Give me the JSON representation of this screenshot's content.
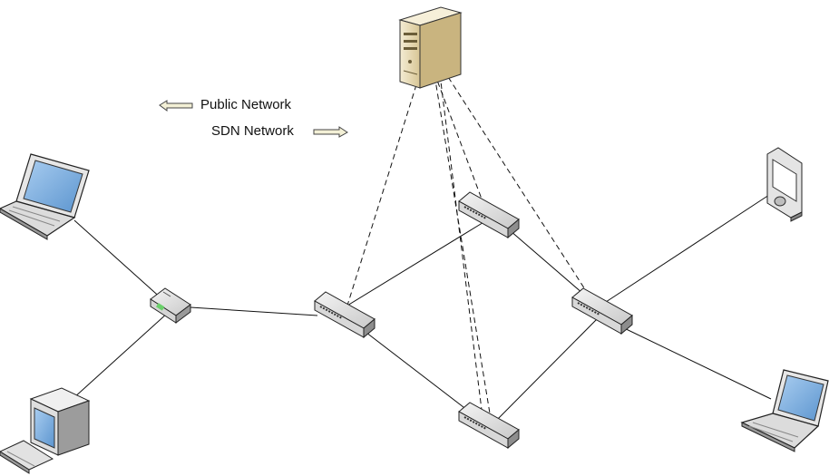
{
  "legend": {
    "public_label": "Public Network",
    "sdn_label": "SDN Network"
  },
  "colors": {
    "background": "#ffffff",
    "link_line": "#111111",
    "device_light": "#eeeeee",
    "device_mid": "#c8c8c8",
    "device_dark": "#8a8a8a",
    "server_body": "#e8dcb8",
    "server_top": "#f6efd9",
    "server_side": "#b9a574",
    "screen_blue": "#7fb0e0",
    "router_led": "#6ad06a",
    "arrow_fill": "#f3f0d6"
  },
  "nodes": [
    {
      "id": "controller",
      "kind": "server",
      "icon": "server-icon"
    },
    {
      "id": "router",
      "kind": "router",
      "icon": "router-icon"
    },
    {
      "id": "switch-left",
      "kind": "switch",
      "icon": "switch-icon"
    },
    {
      "id": "switch-top",
      "kind": "switch",
      "icon": "switch-icon"
    },
    {
      "id": "switch-right",
      "kind": "switch",
      "icon": "switch-icon"
    },
    {
      "id": "switch-bottom",
      "kind": "switch",
      "icon": "switch-icon"
    },
    {
      "id": "laptop-top-left",
      "kind": "laptop",
      "icon": "laptop-icon"
    },
    {
      "id": "desktop-bottom-left",
      "kind": "desktop",
      "icon": "desktop-computer-icon"
    },
    {
      "id": "pda-top-right",
      "kind": "pda",
      "icon": "pda-icon"
    },
    {
      "id": "laptop-bottom-right",
      "kind": "laptop",
      "icon": "laptop-icon"
    }
  ],
  "links": [
    {
      "from": "laptop-top-left",
      "to": "router",
      "style": "solid"
    },
    {
      "from": "desktop-bottom-left",
      "to": "router",
      "style": "solid"
    },
    {
      "from": "router",
      "to": "switch-left",
      "style": "solid"
    },
    {
      "from": "switch-left",
      "to": "switch-top",
      "style": "solid"
    },
    {
      "from": "switch-left",
      "to": "switch-bottom",
      "style": "solid"
    },
    {
      "from": "switch-top",
      "to": "switch-right",
      "style": "solid"
    },
    {
      "from": "switch-bottom",
      "to": "switch-right",
      "style": "solid"
    },
    {
      "from": "switch-right",
      "to": "pda-top-right",
      "style": "solid"
    },
    {
      "from": "switch-right",
      "to": "laptop-bottom-right",
      "style": "solid"
    },
    {
      "from": "controller",
      "to": "switch-left",
      "style": "dashed"
    },
    {
      "from": "controller",
      "to": "switch-top",
      "style": "dashed"
    },
    {
      "from": "controller",
      "to": "switch-right",
      "style": "dashed"
    },
    {
      "from": "controller",
      "to": "switch-bottom",
      "style": "dashed"
    }
  ]
}
